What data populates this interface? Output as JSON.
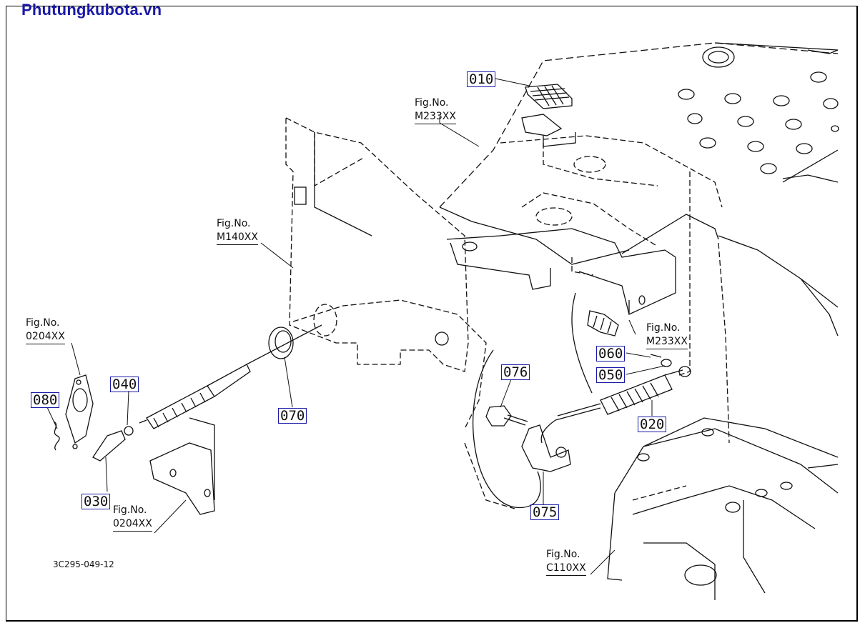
{
  "watermark": "Phutungkubota.vn",
  "drawing_number": "3C295-049-12",
  "parts": [
    {
      "code": "010"
    },
    {
      "code": "020"
    },
    {
      "code": "030"
    },
    {
      "code": "040"
    },
    {
      "code": "050"
    },
    {
      "code": "060"
    },
    {
      "code": "070"
    },
    {
      "code": "075"
    },
    {
      "code": "076"
    },
    {
      "code": "080"
    }
  ],
  "figure_refs": [
    {
      "label": "Fig.No.",
      "number": "M233XX"
    },
    {
      "label": "Fig.No.",
      "number": "M140XX"
    },
    {
      "label": "Fig.No.",
      "number": "0204XX"
    },
    {
      "label": "Fig.No.",
      "number": "0204XX"
    },
    {
      "label": "Fig.No.",
      "number": "M233XX"
    },
    {
      "label": "Fig.No.",
      "number": "C110XX"
    }
  ],
  "colors": {
    "label_border": "#1a1aa8",
    "watermark": "#1a1aa8",
    "line": "#111111"
  }
}
